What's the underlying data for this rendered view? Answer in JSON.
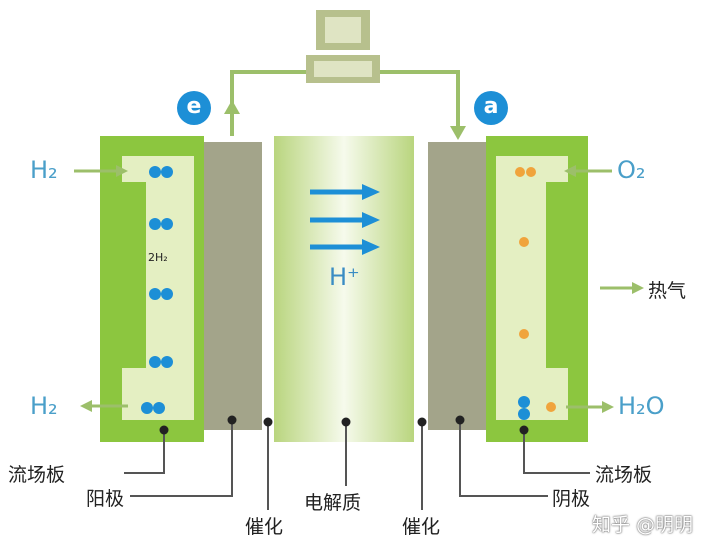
{
  "labels": {
    "e_circle": "e",
    "a_circle": "a",
    "h2_in": "H₂",
    "h2_out": "H₂",
    "o2_in": "O₂",
    "h2o_out": "H₂O",
    "h_plus": "H⁺",
    "two_h2": "2H₂",
    "heat": "热气",
    "flow_plate_left": "流场板",
    "anode": "阳极",
    "catalyst_left": "催化",
    "electrolyte": "电解质",
    "catalyst_right": "催化",
    "cathode": "阴极",
    "flow_plate_right": "流场板"
  },
  "watermark": "知乎 @明明",
  "colors": {
    "plate_green": "#8cc63f",
    "channel_light": "#e4efc2",
    "electrode_gray": "#a3a48a",
    "hydrogen_blue": "#1d8fd6",
    "oxygen_orange": "#f0a43c",
    "arrow_green": "#9cbf6a"
  }
}
